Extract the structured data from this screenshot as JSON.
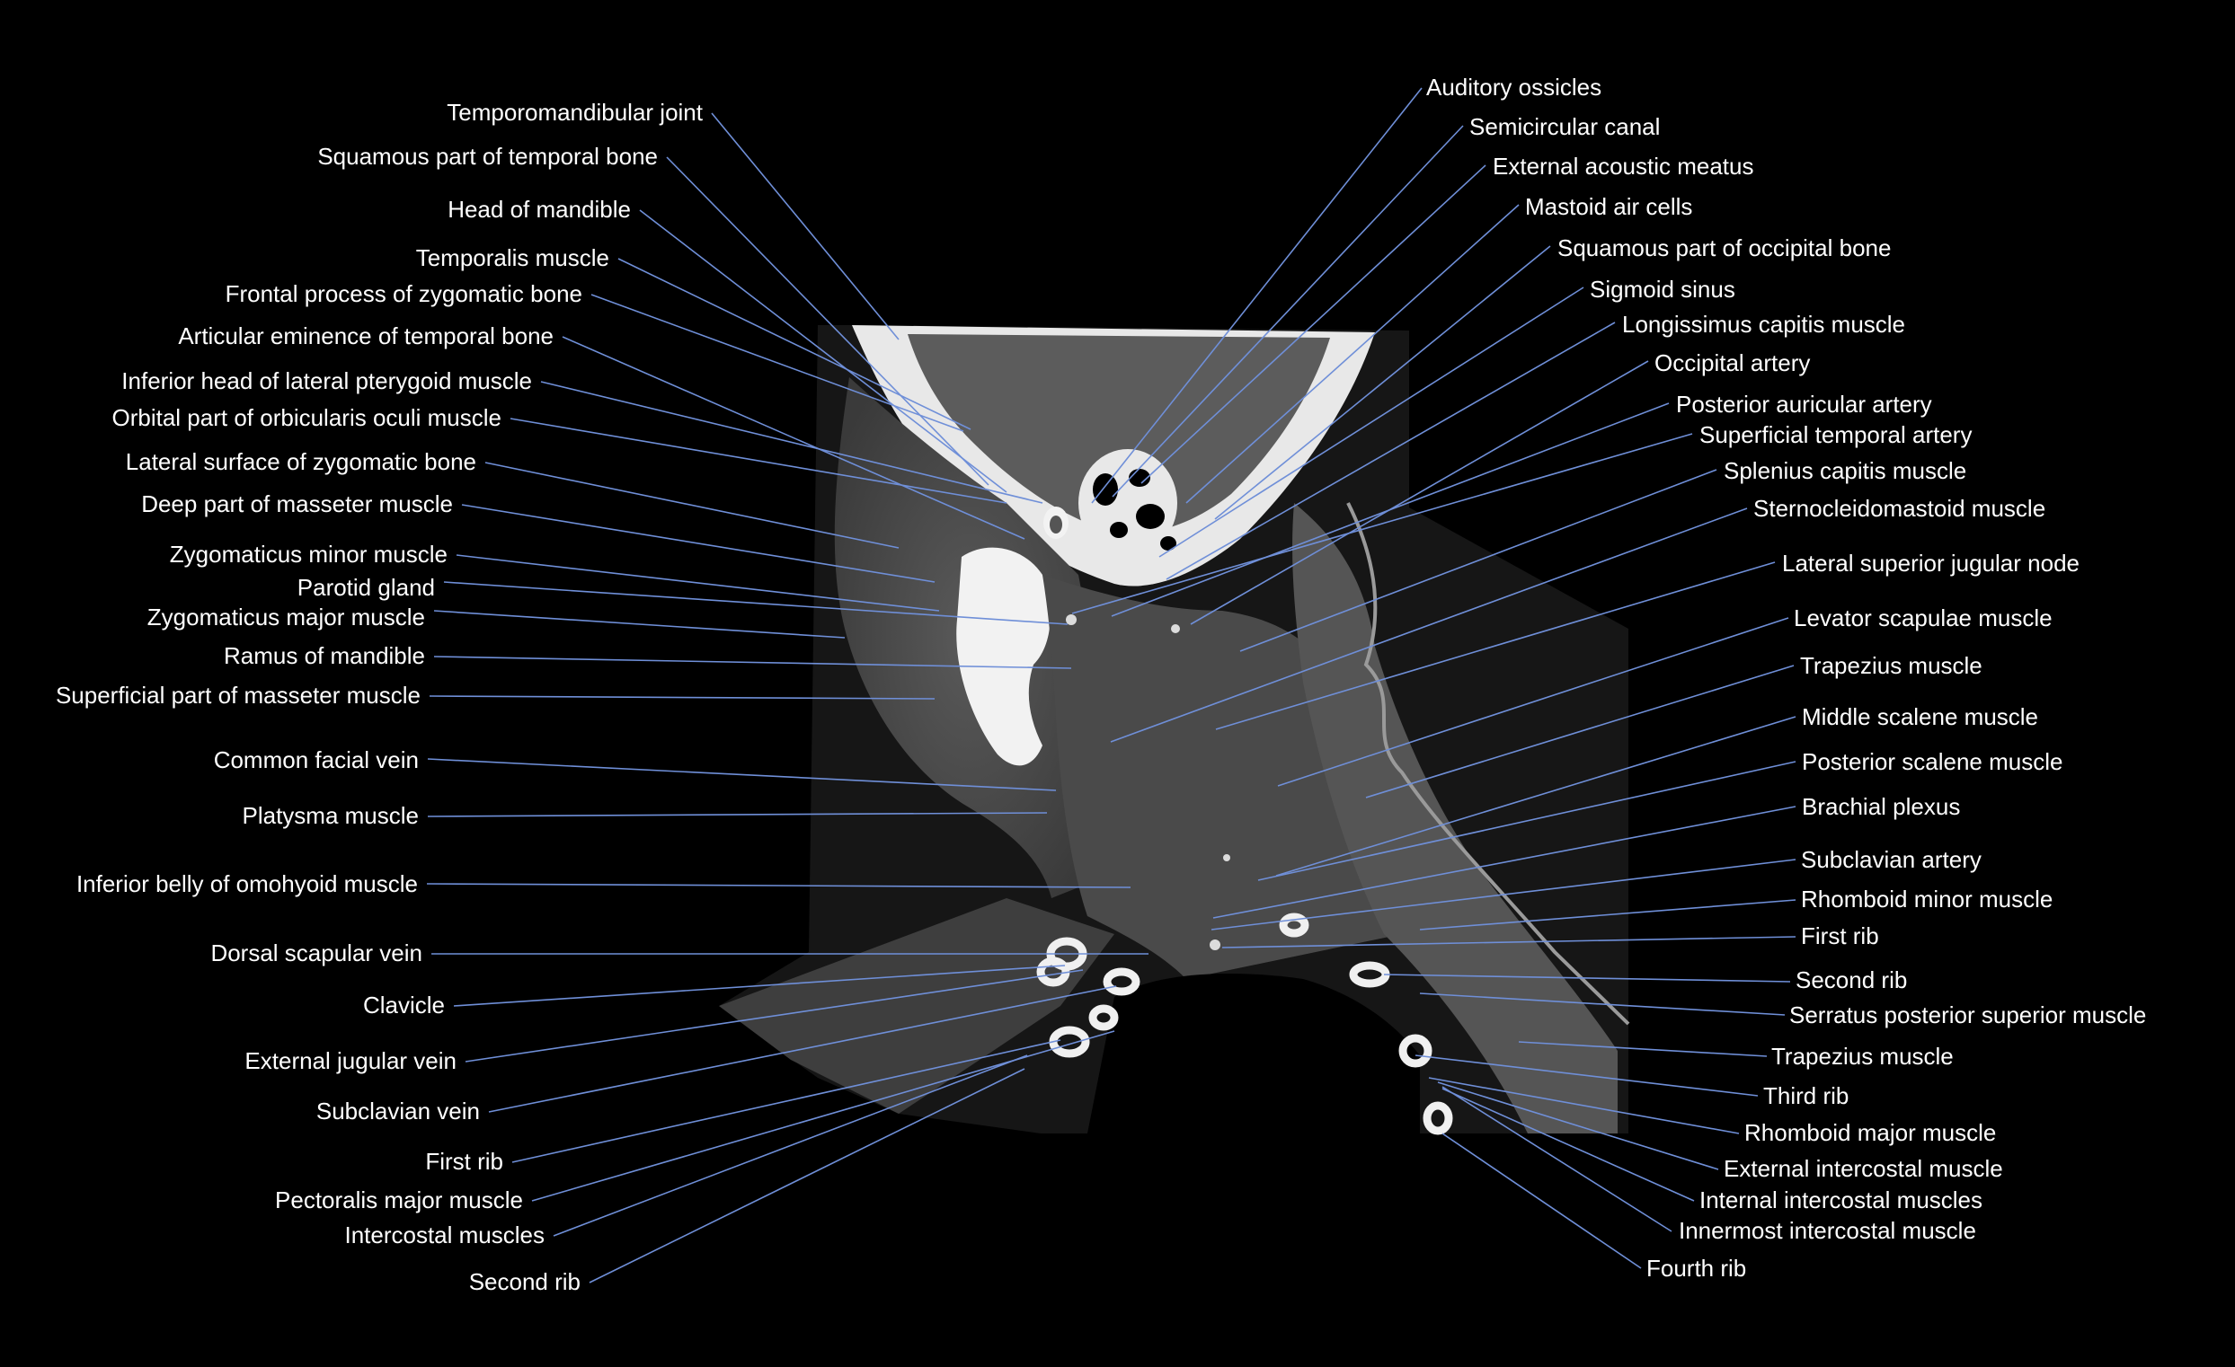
{
  "colors": {
    "background": "#000000",
    "label": "#ffffff",
    "leader": "#6f8fd8"
  },
  "image": {
    "kind": "ct-scan-oblique-sagittal-neck",
    "background": "#000000"
  },
  "labels_left": [
    {
      "id": "l0",
      "text": "Temporomandibular joint"
    },
    {
      "id": "l1",
      "text": "Squamous part of temporal bone"
    },
    {
      "id": "l2",
      "text": "Head of mandible"
    },
    {
      "id": "l3",
      "text": "Temporalis muscle"
    },
    {
      "id": "l4",
      "text": "Frontal process of zygomatic bone"
    },
    {
      "id": "l5",
      "text": "Articular eminence of temporal bone"
    },
    {
      "id": "l6",
      "text": "Inferior head of lateral pterygoid muscle"
    },
    {
      "id": "l7",
      "text": "Orbital part of orbicularis oculi muscle"
    },
    {
      "id": "l8",
      "text": "Lateral surface of zygomatic bone"
    },
    {
      "id": "l9",
      "text": "Deep part of masseter muscle"
    },
    {
      "id": "l10",
      "text": "Zygomaticus minor muscle"
    },
    {
      "id": "l11",
      "text": "Parotid gland"
    },
    {
      "id": "l12",
      "text": "Zygomaticus major muscle"
    },
    {
      "id": "l13",
      "text": "Ramus of mandible"
    },
    {
      "id": "l14",
      "text": "Superficial part of masseter muscle"
    },
    {
      "id": "l15",
      "text": "Common facial vein"
    },
    {
      "id": "l16",
      "text": "Platysma muscle"
    },
    {
      "id": "l17",
      "text": "Inferior belly of omohyoid muscle"
    },
    {
      "id": "l18",
      "text": "Dorsal scapular vein"
    },
    {
      "id": "l19",
      "text": "Clavicle"
    },
    {
      "id": "l20",
      "text": "External jugular vein"
    },
    {
      "id": "l21",
      "text": "Subclavian vein"
    },
    {
      "id": "l22",
      "text": "First rib"
    },
    {
      "id": "l23",
      "text": "Pectoralis major muscle"
    },
    {
      "id": "l24",
      "text": "Intercostal muscles"
    },
    {
      "id": "l25",
      "text": "Second rib"
    }
  ],
  "labels_right": [
    {
      "id": "r0",
      "text": "Auditory ossicles"
    },
    {
      "id": "r1",
      "text": "Semicircular canal"
    },
    {
      "id": "r2",
      "text": "External acoustic meatus"
    },
    {
      "id": "r3",
      "text": "Mastoid air cells"
    },
    {
      "id": "r4",
      "text": "Squamous part of occipital bone"
    },
    {
      "id": "r5",
      "text": "Sigmoid sinus"
    },
    {
      "id": "r6",
      "text": "Longissimus capitis muscle"
    },
    {
      "id": "r7",
      "text": "Occipital artery"
    },
    {
      "id": "r8",
      "text": "Posterior auricular artery"
    },
    {
      "id": "r9",
      "text": "Superficial temporal artery"
    },
    {
      "id": "r10",
      "text": "Splenius capitis muscle"
    },
    {
      "id": "r11",
      "text": "Sternocleidomastoid muscle"
    },
    {
      "id": "r12",
      "text": "Lateral superior jugular node"
    },
    {
      "id": "r13",
      "text": "Levator scapulae muscle"
    },
    {
      "id": "r14",
      "text": "Trapezius muscle"
    },
    {
      "id": "r15",
      "text": "Middle scalene muscle"
    },
    {
      "id": "r16",
      "text": "Posterior scalene muscle"
    },
    {
      "id": "r17",
      "text": "Brachial plexus"
    },
    {
      "id": "r18",
      "text": "Subclavian artery"
    },
    {
      "id": "r19",
      "text": "Rhomboid minor muscle"
    },
    {
      "id": "r20",
      "text": "First rib"
    },
    {
      "id": "r21",
      "text": "Second rib"
    },
    {
      "id": "r22",
      "text": "Serratus posterior superior muscle"
    },
    {
      "id": "r23",
      "text": "Trapezius muscle"
    },
    {
      "id": "r24",
      "text": "Third rib"
    },
    {
      "id": "r25",
      "text": "Rhomboid major muscle"
    },
    {
      "id": "r26",
      "text": "External intercostal muscle"
    },
    {
      "id": "r27",
      "text": "Internal intercostal muscles"
    },
    {
      "id": "r28",
      "text": "Innermost intercostal muscle"
    },
    {
      "id": "r29",
      "text": "Fourth rib"
    }
  ]
}
